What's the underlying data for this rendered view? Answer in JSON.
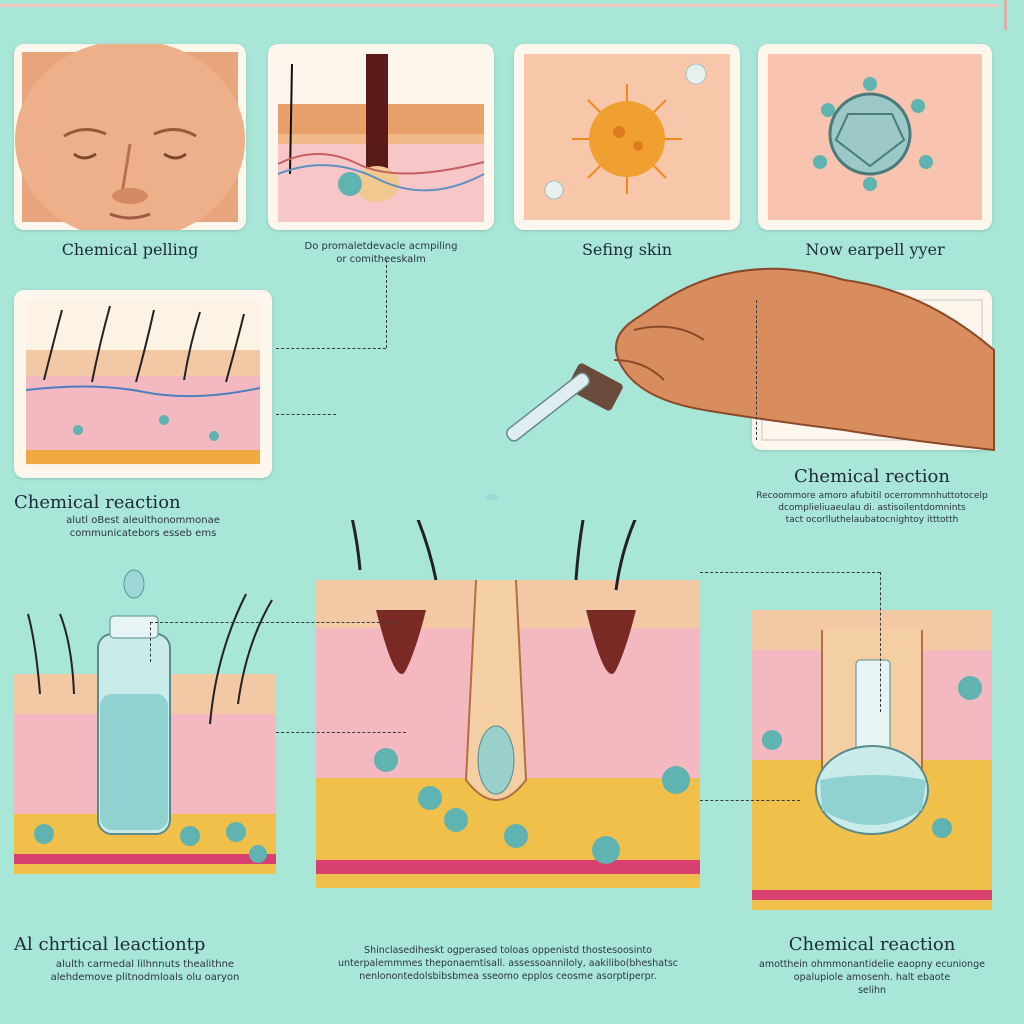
{
  "top_panels": [
    {
      "title": "Chemical pelling",
      "body": ""
    },
    {
      "title": "",
      "body": "Do promaletdevacle acmpiling\nor comitheeskalm"
    },
    {
      "title": "Sefing skin",
      "body": ""
    },
    {
      "title": "Now earpell yyer",
      "body": ""
    }
  ],
  "middle_left": {
    "title": "Chemical reaction",
    "body": "alutl oBest aleulthonommonae\ncommunicatebors esseb ems"
  },
  "middle_right": {
    "title": "Chemical rection",
    "body": "Recoommore amoro afubitil ocerrommnhuttotocelp\ndcomplieliuaeulau di. astisoilentdomnints\ntact ocorlluthelaubatocnightoy itttotth"
  },
  "bottom_left": {
    "title": "Al chrtical leactiontp",
    "body": "alulth carmedal lilhnnuts thealithne\nalehdemove plitnodmloals olu oaryon"
  },
  "bottom_center": {
    "body": "Shinclasediheskt ogperased toloas oppenistd thostesoosinto\nunterpalemmmes theponaemtisall. assessoanniloly, aakilibo(bheshatsc\nnenlonontedolsbibsbmea sseomo epplos ceosme asorptiperpr."
  },
  "bottom_right": {
    "title": "Chemical reaction",
    "body": "amotthein ohmmonantidelie eaopny ecunionge\nopalupiole amosenh. halt ebaote\nselihn"
  },
  "colors": {
    "background": "#a8e6d8",
    "skin_top": "#f2c9a4",
    "dermis": "#f4b8c0",
    "fat": "#f0c04a",
    "cells": "#5fb3b0"
  }
}
